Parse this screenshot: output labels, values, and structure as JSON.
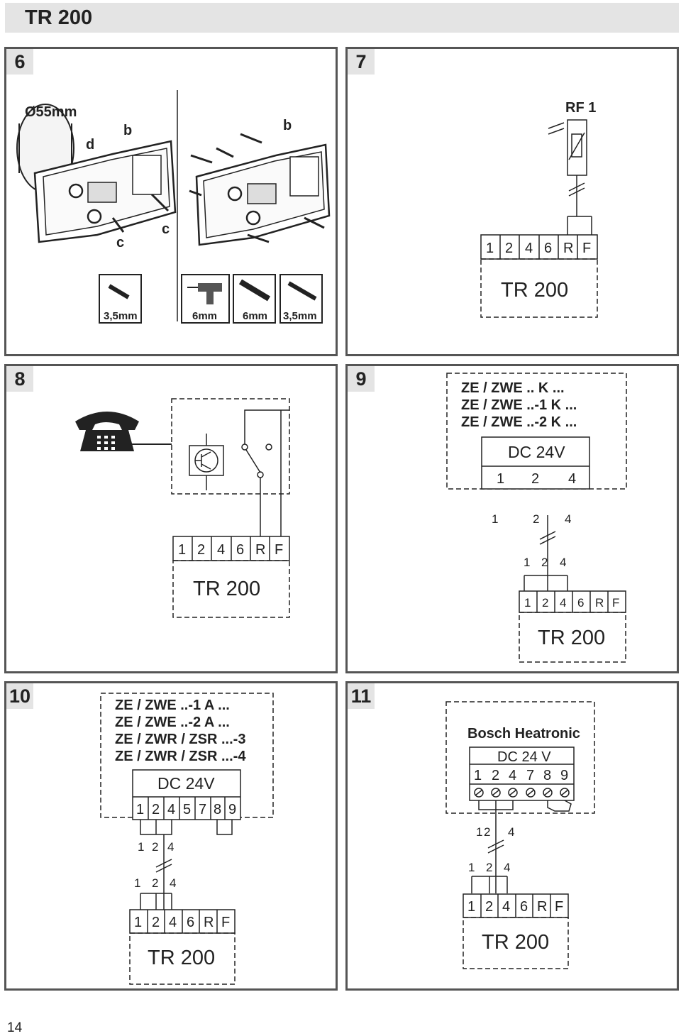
{
  "header": {
    "title": "TR 200"
  },
  "page_number": "14",
  "panels": {
    "p6": {
      "num": "6",
      "callouts": {
        "diameter": "Ø55mm",
        "d": "d",
        "b_left": "b",
        "b_right": "b",
        "c_left": "c",
        "c_right": "c"
      },
      "tools": [
        "3,5mm",
        "6mm",
        "6mm",
        "3,5mm"
      ]
    },
    "p7": {
      "num": "7",
      "sensor": "RF 1",
      "terminals": [
        "1",
        "2",
        "4",
        "6",
        "R",
        "F"
      ],
      "device": "TR 200"
    },
    "p8": {
      "num": "8",
      "terminals": [
        "1",
        "2",
        "4",
        "6",
        "R",
        "F"
      ],
      "device": "TR 200"
    },
    "p9": {
      "num": "9",
      "models": [
        "ZE / ZWE .. K ...",
        "ZE / ZWE ..-1 K ...",
        "ZE / ZWE ..-2 K ..."
      ],
      "supply": "DC 24V",
      "supply_terminals": [
        "1",
        "2",
        "4"
      ],
      "wire_top": [
        "1",
        "2",
        "4"
      ],
      "wire_bottom": [
        "1",
        "2",
        "4"
      ],
      "terminals": [
        "1",
        "2",
        "4",
        "6",
        "R",
        "F"
      ],
      "device": "TR 200"
    },
    "p10": {
      "num": "10",
      "models": [
        "ZE / ZWE ..-1 A ...",
        "ZE / ZWE ..-2 A ...",
        "ZE / ZWR / ZSR ...-3",
        "ZE / ZWR / ZSR ...-4"
      ],
      "supply": "DC 24V",
      "supply_terminals": [
        "1",
        "2",
        "4",
        "5",
        "7",
        "8",
        "9"
      ],
      "wire_top": [
        "1",
        "2",
        "4"
      ],
      "wire_bottom": [
        "1",
        "2",
        "4"
      ],
      "terminals": [
        "1",
        "2",
        "4",
        "6",
        "R",
        "F"
      ],
      "device": "TR 200"
    },
    "p11": {
      "num": "11",
      "brand": "Bosch Heatronic",
      "supply": "DC 24 V",
      "supply_terminals": [
        "1",
        "2",
        "4",
        "7",
        "8",
        "9"
      ],
      "wire_top": [
        "1",
        "2",
        "4"
      ],
      "wire_bottom": [
        "1",
        "2",
        "4"
      ],
      "terminals": [
        "1",
        "2",
        "4",
        "6",
        "R",
        "F"
      ],
      "device": "TR 200"
    }
  }
}
